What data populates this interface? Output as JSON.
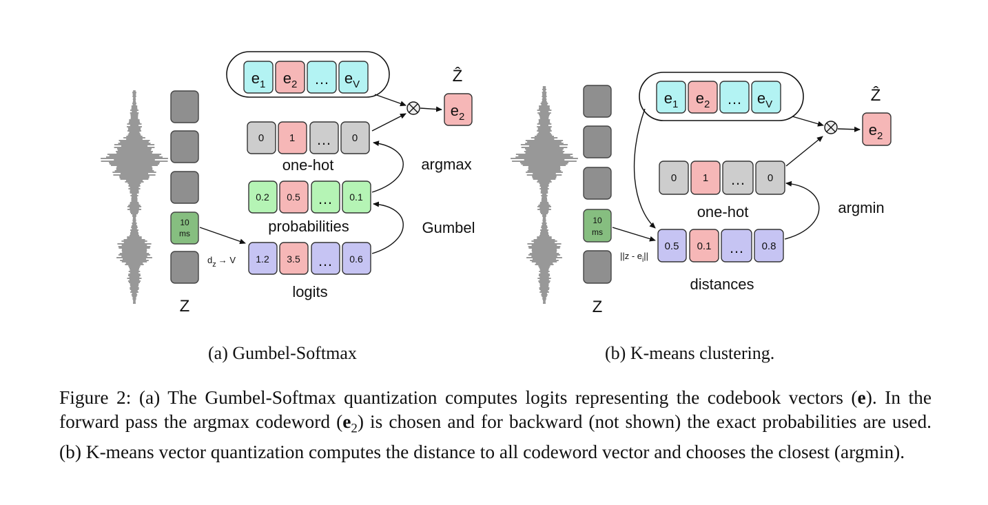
{
  "panel_a": {
    "codebook": [
      "1",
      "2",
      "…",
      "V"
    ],
    "zhat_label": "Ẑ",
    "zhat_sub": "2",
    "onehot_values": [
      "0",
      "1",
      "…",
      "0"
    ],
    "onehot_label": "one-hot",
    "argmax_label": "argmax",
    "prob_values": [
      "0.2",
      "0.5",
      "…",
      "0.1"
    ],
    "prob_label": "probabilities",
    "gumbel_label": "Gumbel",
    "logit_values": [
      "1.2",
      "3.5",
      "…",
      "0.6"
    ],
    "logits_label": "logits",
    "proj_label": "z",
    "proj_arrow": "→ V",
    "frame_top": "10",
    "frame_bottom": "ms",
    "z_label": "Z",
    "caption": "(a) Gumbel-Softmax"
  },
  "panel_b": {
    "codebook": [
      "1",
      "2",
      "…",
      "V"
    ],
    "zhat_label": "Ẑ",
    "zhat_sub": "2",
    "onehot_values": [
      "0",
      "1",
      "…",
      "0"
    ],
    "onehot_label": "one-hot",
    "argmin_label": "argmin",
    "dist_values": [
      "0.5",
      "0.1",
      "…",
      "0.8"
    ],
    "dist_label": "distances",
    "dist_formula_a": "||z - e",
    "dist_formula_sub": "i",
    "dist_formula_b": "||",
    "frame_top": "10",
    "frame_bottom": "ms",
    "z_label": "Z",
    "caption": "(b) K-means clustering."
  },
  "caption": {
    "p1": "Figure 2: (a) The Gumbel-Softmax quantization computes logits representing the codebook vectors (",
    "e": "e",
    "p2": ").  In the forward pass the argmax codeword (",
    "e2": "e",
    "e2_sub": "2",
    "p3": ") is chosen and for backward (not shown) the exact probabilities are used. (b) K-means vector quantization computes the distance to all codeword vector and chooses the closest (argmin)."
  },
  "colors": {
    "codebook_fill": "#b3f3f3",
    "selected_fill": "#f6b7b7",
    "onehot_fill": "#cdcdcd",
    "prob_fill": "#b5f4b5",
    "logit_fill": "#c6c4f3",
    "frame_fill": "#8f8f8f",
    "frame_active": "#86be80"
  }
}
